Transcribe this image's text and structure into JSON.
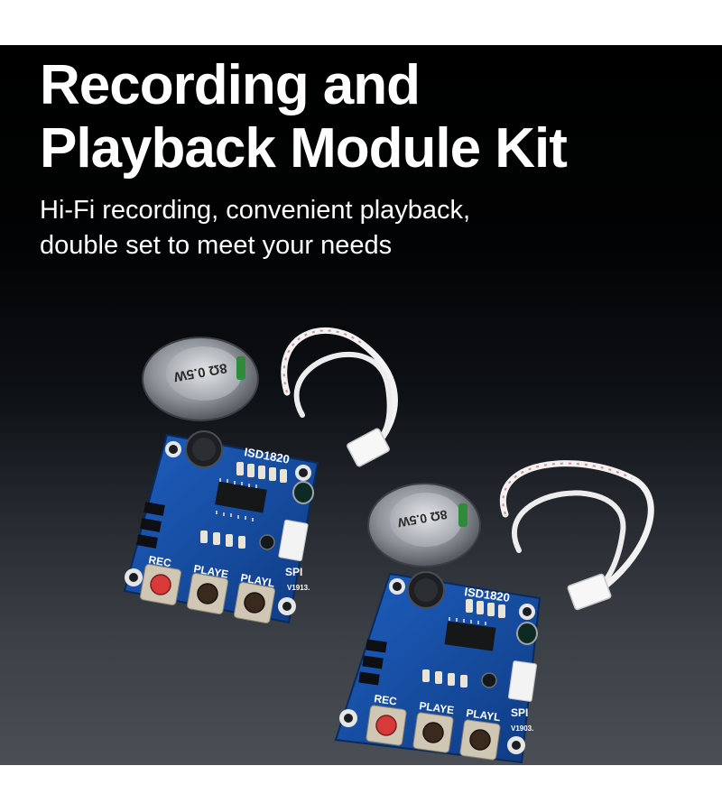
{
  "headline": {
    "title_line_1": "Recording and",
    "title_line_2": "Playback Module Kit",
    "subtitle_line_1": "Hi-Fi recording, convenient playback,",
    "subtitle_line_2": "double set to meet your needs"
  },
  "module_1": {
    "chip_label": "ISD1820",
    "button_labels": [
      "REC",
      "PLAYE",
      "PLAYL"
    ],
    "port_label": "SPI",
    "version_label": "V1913.",
    "speaker_label": "8Ω 0.5W"
  },
  "module_2": {
    "chip_label": "ISD1820",
    "button_labels": [
      "REC",
      "PLAYE",
      "PLAYL"
    ],
    "port_label": "SPI",
    "version_label": "V1903.",
    "speaker_label": "8Ω 0.5W"
  },
  "colors": {
    "background_top": "#000000",
    "background_bottom": "#4a4f55",
    "pcb_blue": "#14489c",
    "rec_button": "#d83a3a",
    "play_button": "#3a2a1e"
  }
}
